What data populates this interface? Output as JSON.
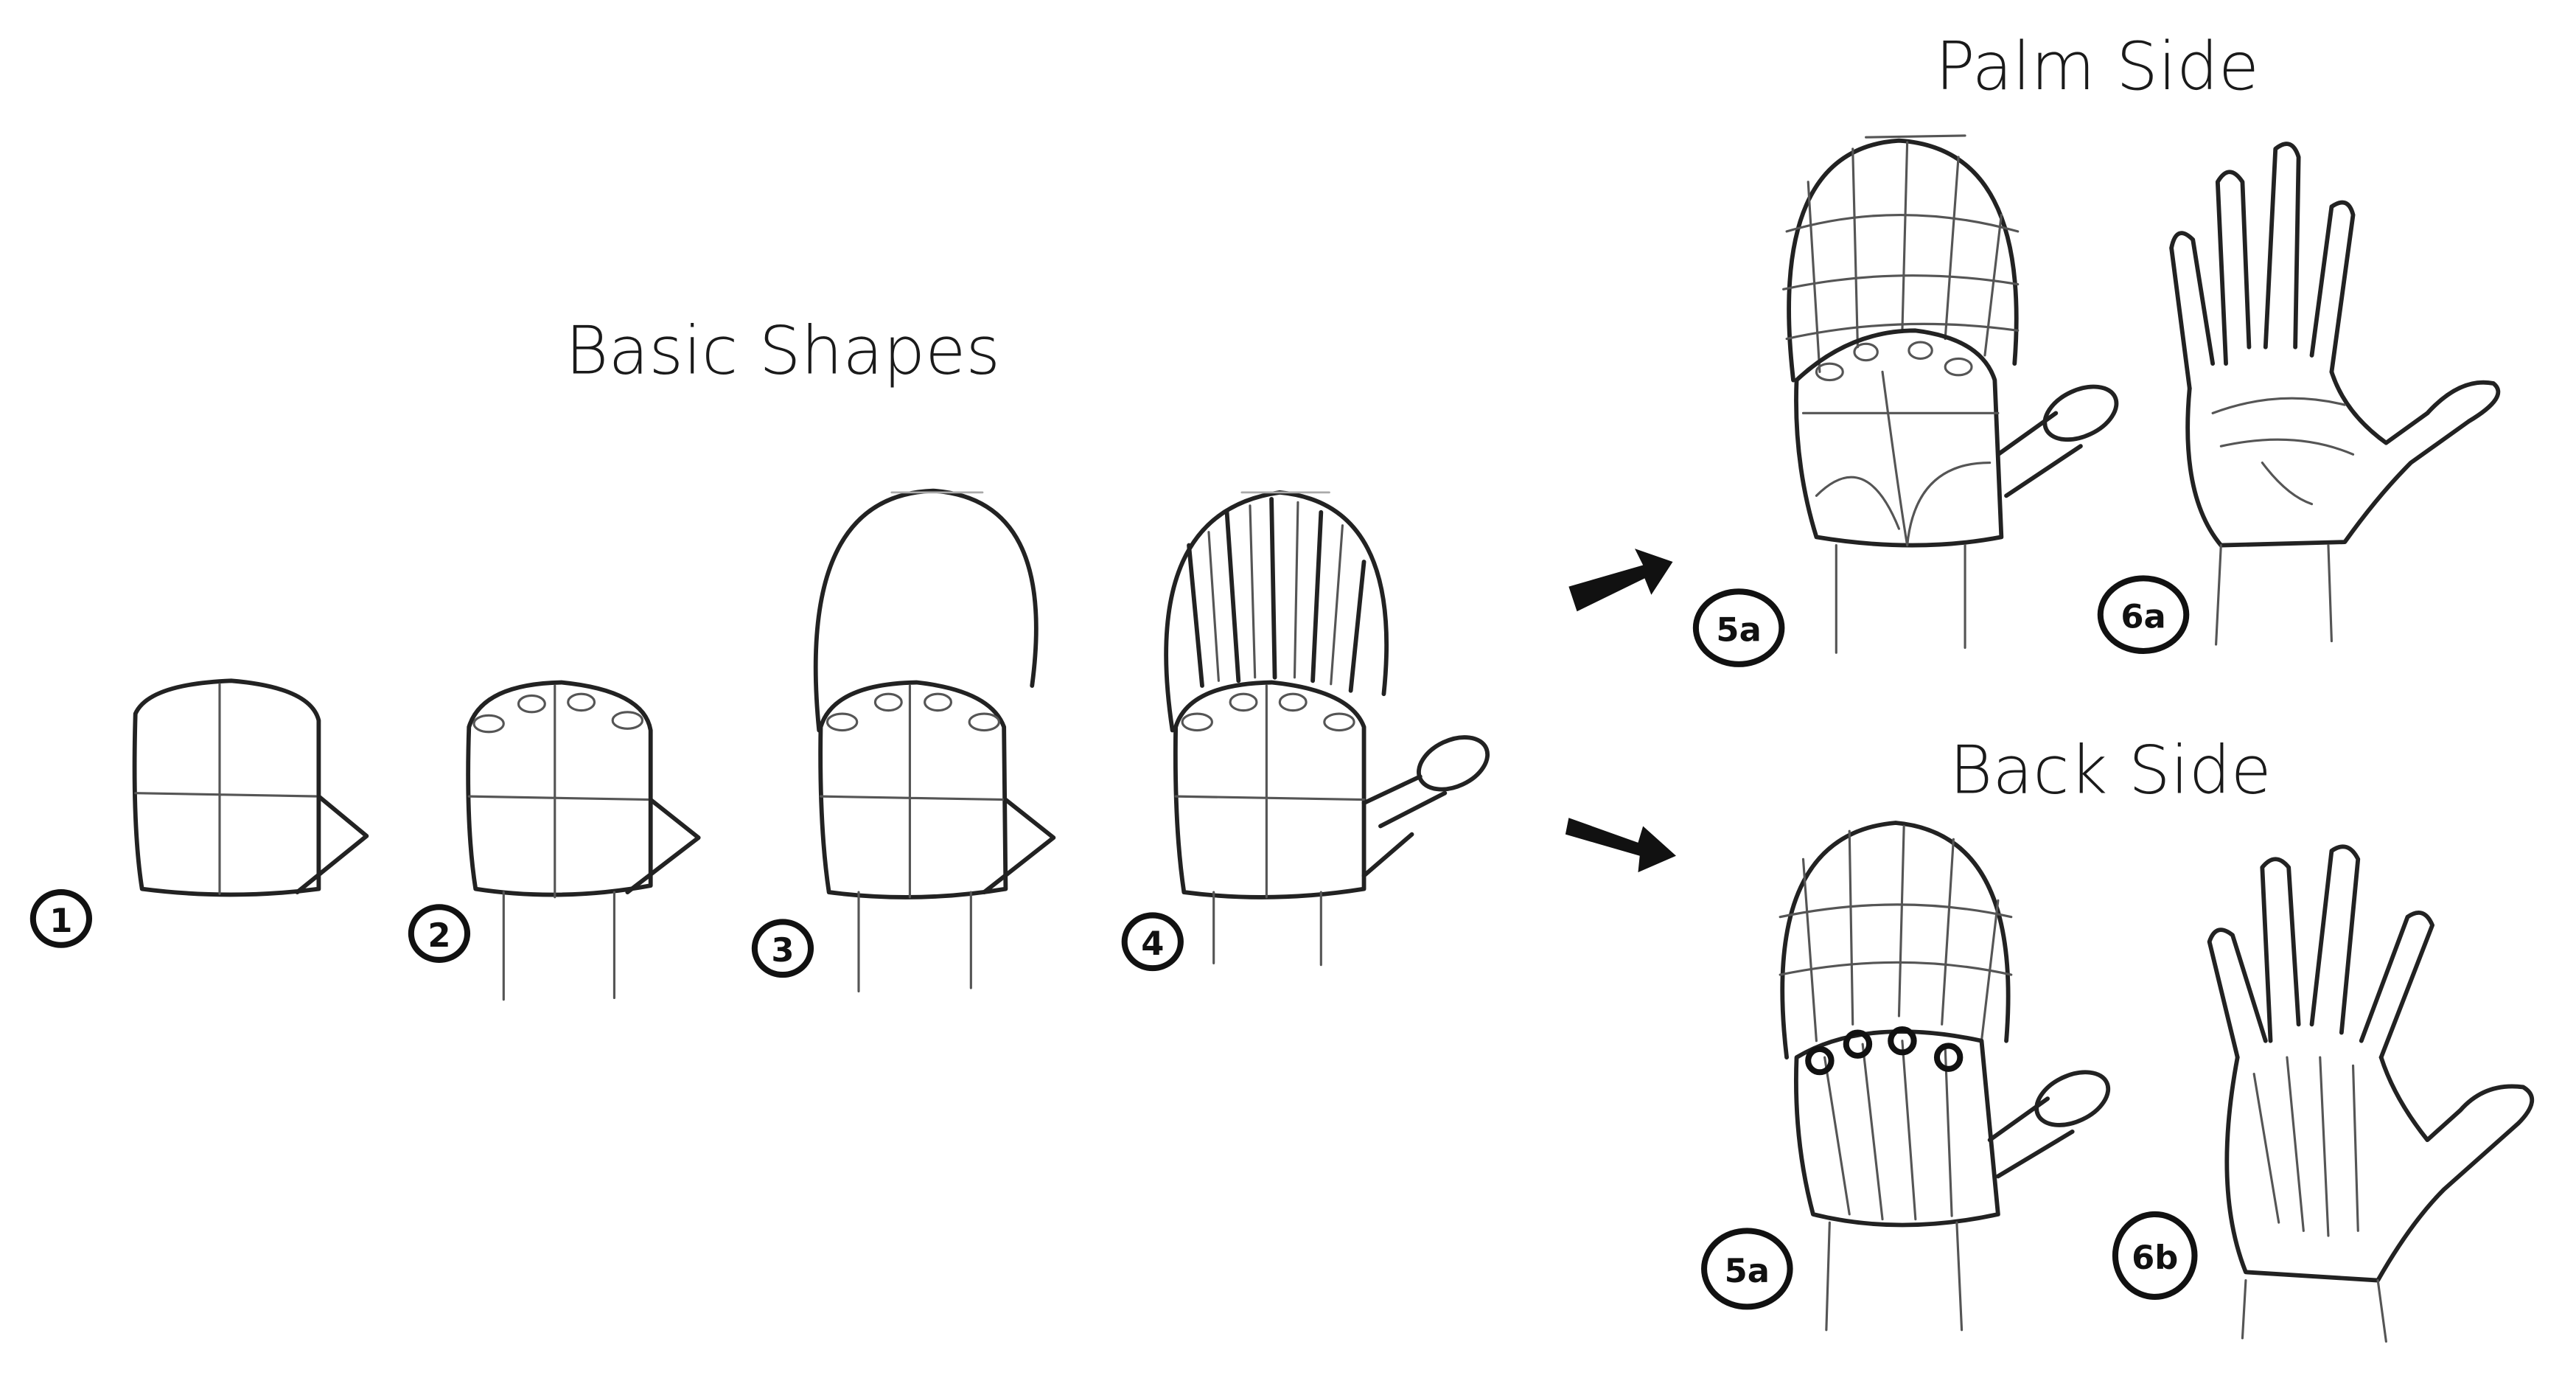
{
  "headings": {
    "basic_shapes": "Basic Shapes",
    "palm_side": "Palm Side",
    "back_side": "Back Side"
  },
  "steps": [
    "1",
    "2",
    "3",
    "4",
    "5a",
    "6a",
    "5a",
    "6b"
  ],
  "colors": {
    "ink": "#222222",
    "background": "#ffffff"
  }
}
